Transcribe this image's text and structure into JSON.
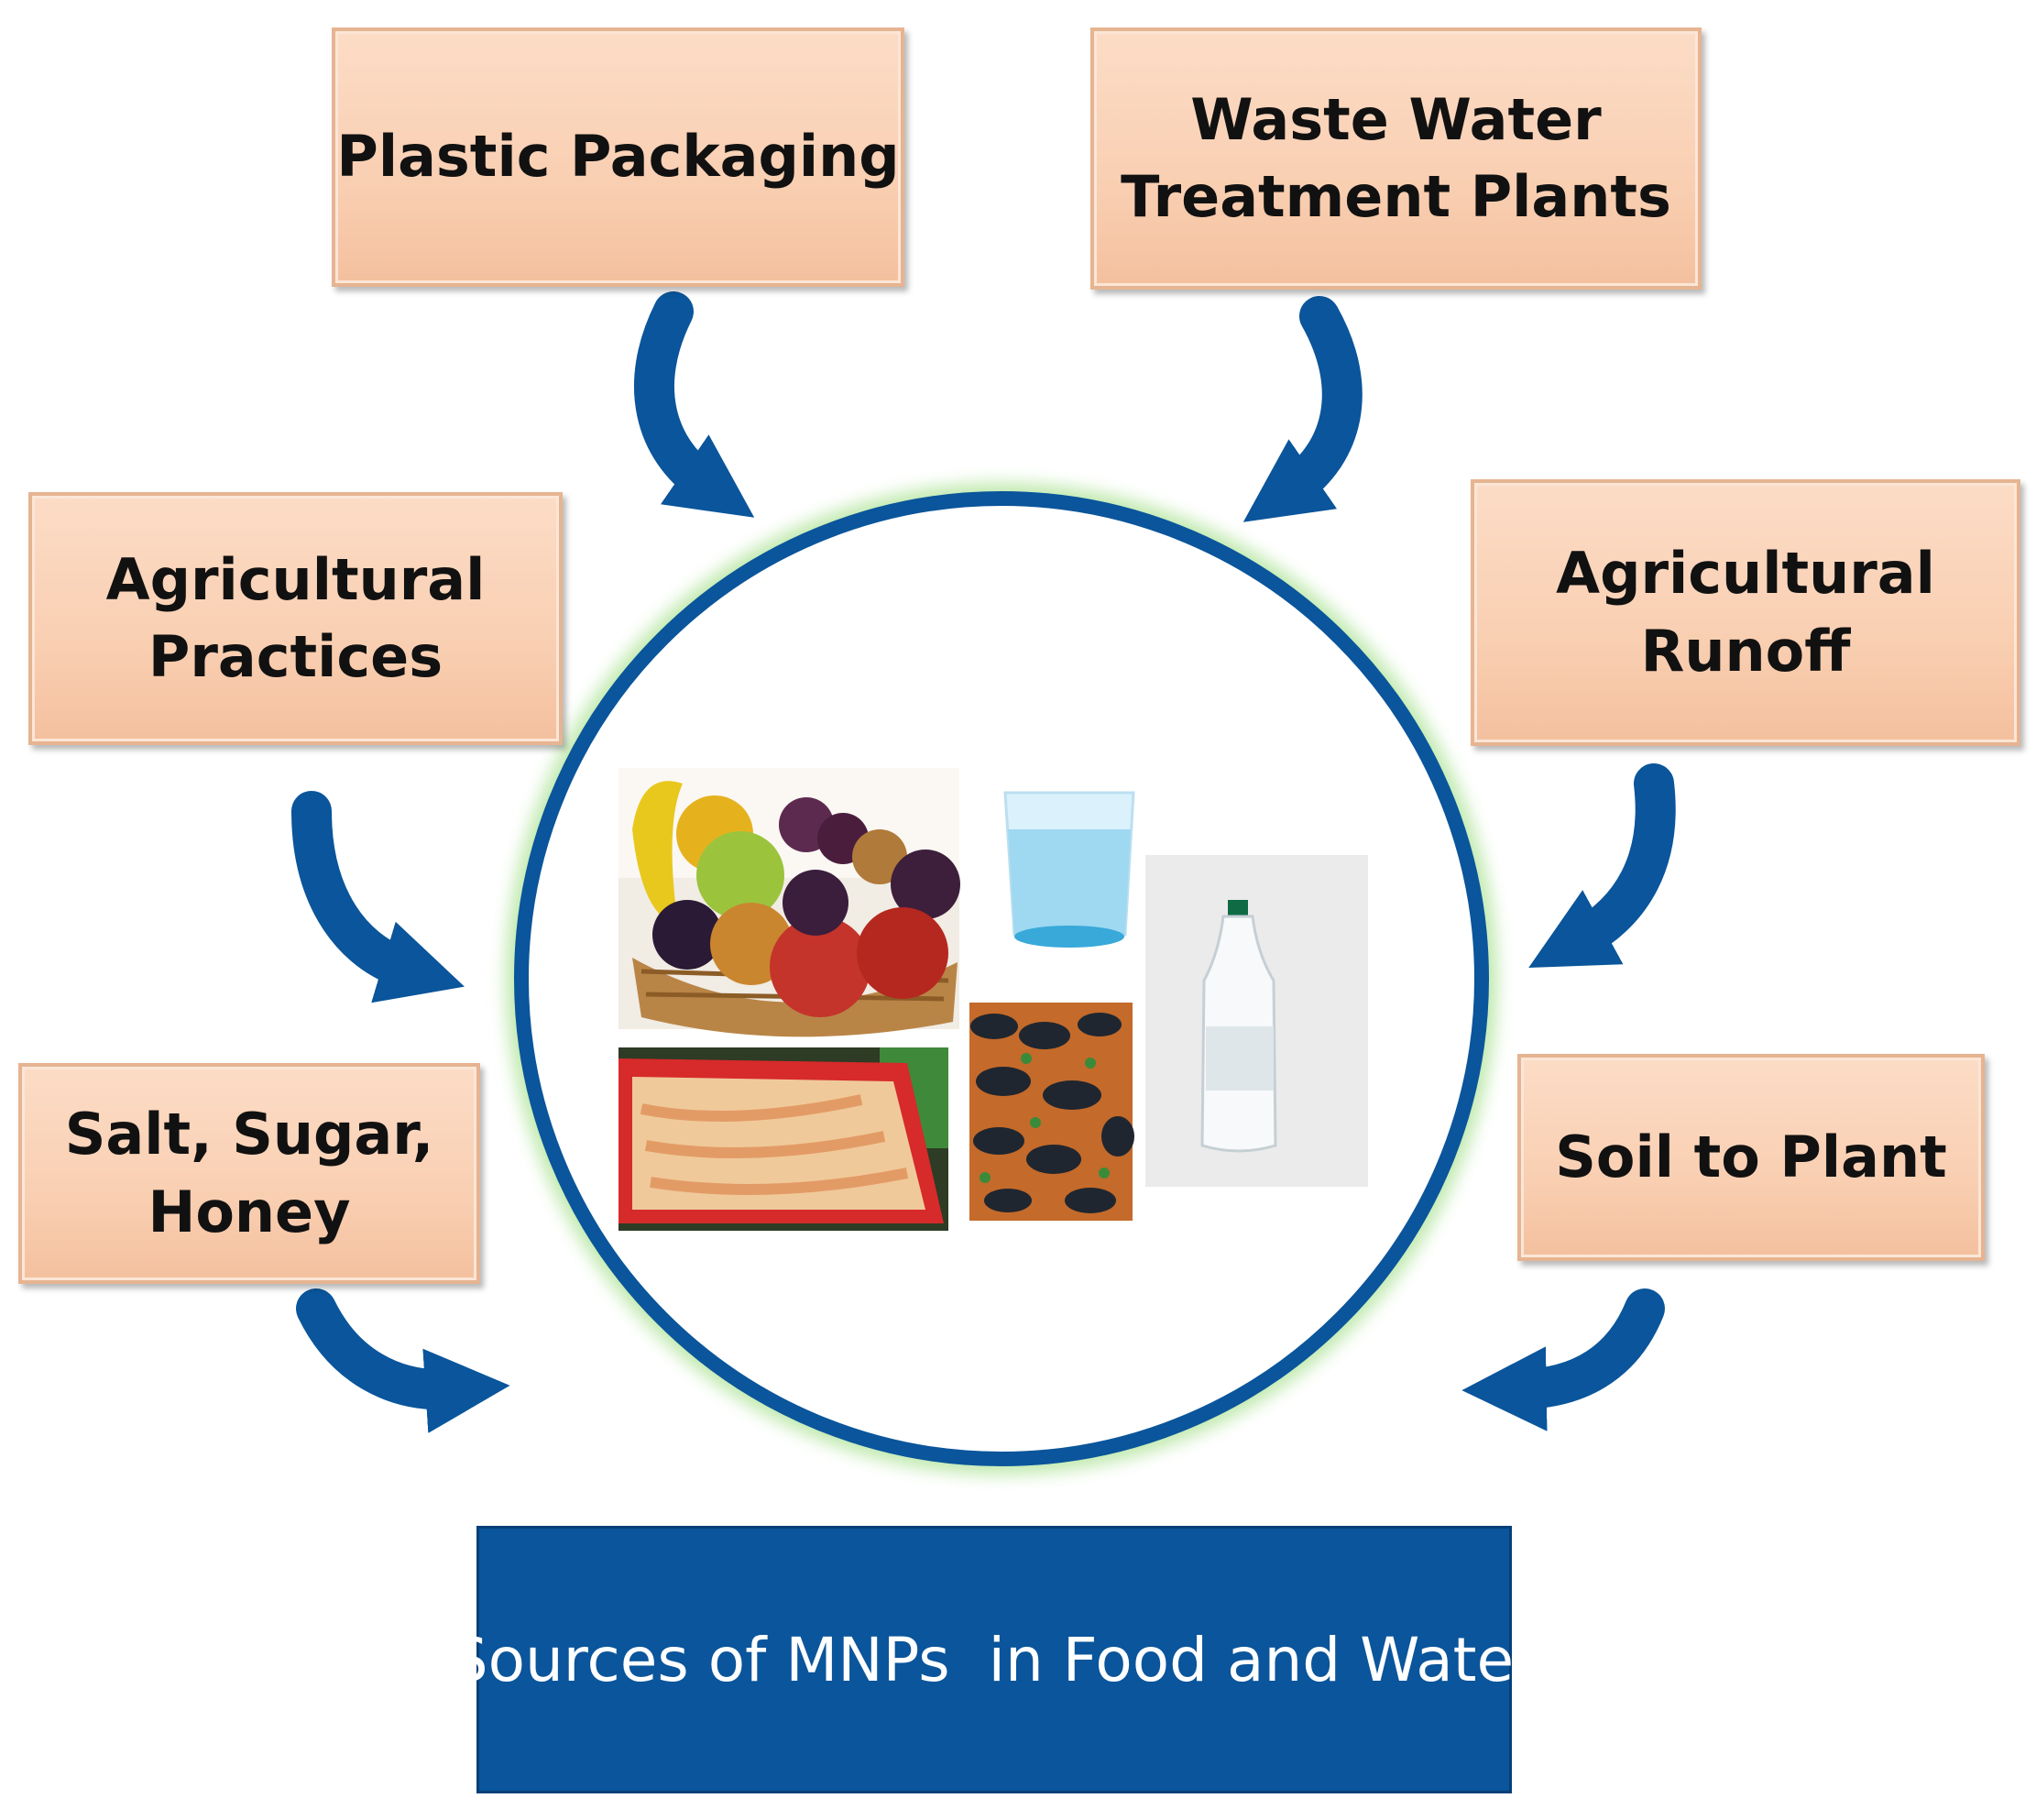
{
  "sources": {
    "plastic_packaging": "Plastic Packaging",
    "waste_water": "Waste Water\nTreatment Plants",
    "agricultural_practices": "Agricultural\nPractices",
    "agricultural_runoff": "Agricultural\nRunoff",
    "salt_sugar_honey": "Salt, Sugar,\nHoney",
    "soil_to_plant": "Soil to Plant"
  },
  "center_title": "Sources of MNPs  in Food and Water",
  "colors": {
    "arrow": "#0a559b",
    "ring": "#0a559b",
    "ring_glow": "#b8e8a6",
    "box_fill": "#f9cfb2",
    "title_fill": "#0a559b"
  },
  "images": [
    "fruit-basket",
    "water-glass",
    "water-bottle",
    "shrimp-tray",
    "mussels"
  ]
}
